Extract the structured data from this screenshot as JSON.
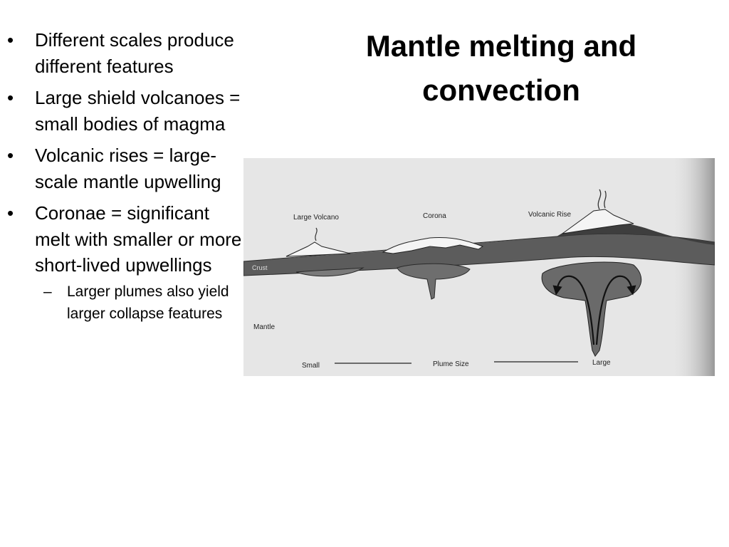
{
  "slide": {
    "title": "Mantle melting and convection",
    "bullets": [
      {
        "text": "Different scales produce different features"
      },
      {
        "text": "Large shield volcanoes = small bodies of magma"
      },
      {
        "text": "Volcanic rises = large-scale mantle upwelling"
      },
      {
        "text": "Coronae = significant melt with smaller or more short-lived upwellings",
        "sub": [
          {
            "text": "Larger plumes also yield larger collapse features"
          }
        ]
      }
    ]
  },
  "figure": {
    "labels": {
      "large_volcano": "Large Volcano",
      "corona": "Corona",
      "volcanic_rise": "Volcanic Rise",
      "crust": "Crust",
      "mantle": "Mantle",
      "small": "Small",
      "plume_size": "Plume Size",
      "large": "Large"
    }
  }
}
